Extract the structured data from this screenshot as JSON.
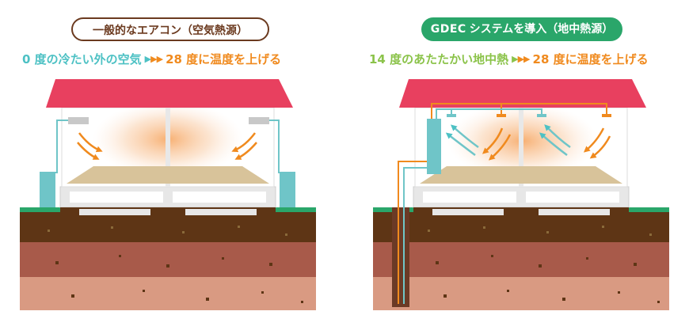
{
  "left": {
    "title": "一般的なエアコン（空気熱源）",
    "caption_source": "0 度の冷たい外の空気",
    "caption_target": "28 度に温度を上げる"
  },
  "right": {
    "title_brand": "GDEC",
    "title_rest": "システムを導入（地中熱源）",
    "caption_source": "14 度のあたたかい地中熱",
    "caption_target": "28 度に温度を上げる"
  },
  "colors": {
    "roof": "#e8405f",
    "cool": "#4dc1c4",
    "warm": "#f08a1e",
    "geo": "#8bc34a",
    "soil_top": "#5e3515",
    "soil_mid": "#a85a4a",
    "soil_bottom": "#d99a82",
    "grass": "#2aa66a",
    "brand": "#2aa66a"
  }
}
